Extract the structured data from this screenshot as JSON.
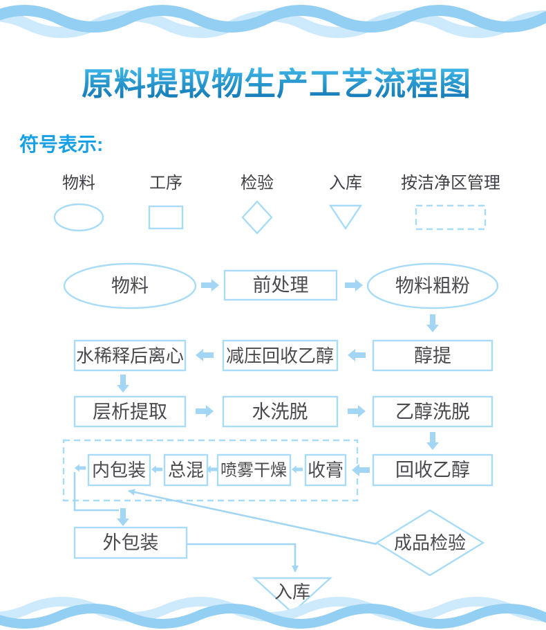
{
  "header": {
    "title": "原料提取物生产工艺流程图"
  },
  "legend": {
    "heading": "符号表示:",
    "items": [
      {
        "label": "物料",
        "shape": "ellipse"
      },
      {
        "label": "工序",
        "shape": "rect"
      },
      {
        "label": "检验",
        "shape": "diamond"
      },
      {
        "label": "入库",
        "shape": "triangle-down"
      },
      {
        "label": "按洁净区管理",
        "shape": "dashed-rect"
      }
    ]
  },
  "flowchart": {
    "nodes": {
      "material": "物料",
      "pretreatment": "前处理",
      "coarse_powder": "物料粗粉",
      "alcohol_extraction": "醇提",
      "vacuum_recovery": "减压回收乙醇",
      "dilution_centrifuge": "水稀释后离心",
      "chromatography": "层析提取",
      "water_elution": "水洗脱",
      "ethanol_elution": "乙醇洗脱",
      "ethanol_recovery": "回收乙醇",
      "paste_collection": "收膏",
      "spray_drying": "喷雾干燥",
      "total_blending": "总混",
      "inner_packaging": "内包装",
      "outer_packaging": "外包装",
      "final_inspection": "成品检验",
      "warehousing": "入库"
    }
  },
  "colors": {
    "accent_blue": "#18a0e5",
    "title_gradient_top": "#41b9ea",
    "title_gradient_bottom": "#0d6fad",
    "shape_stroke": "#a8dbf8",
    "arrow_fill": "#a3d6f4",
    "node_text": "#4a4a4e",
    "wave_main": "#93cef3",
    "wave_light": "#cdeafc"
  }
}
